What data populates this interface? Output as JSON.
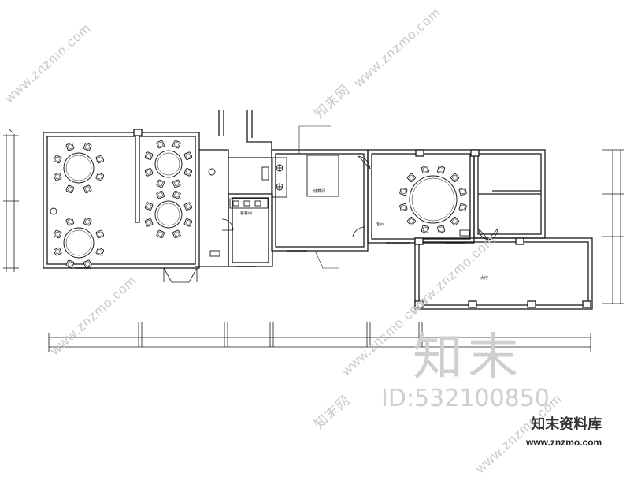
{
  "watermarks": {
    "diagonal": [
      "www.znzmo.com",
      "www.znzmo.com",
      "知末网",
      "www.znzmo.com",
      "www.znzmo.com",
      "www.znzmo.com",
      "www.znzmo.com",
      "知末网"
    ],
    "big": "知末",
    "id": "ID:532100850"
  },
  "brand": {
    "name": "知末资料库",
    "url": "www.znzmo.com"
  },
  "room_labels": {
    "kitchen_store": "储藏间",
    "banquet_room": "包间",
    "pantry": "备餐间",
    "lobby": "大厅"
  },
  "colors": {
    "line": "#1a1a1a",
    "watermark": "#c9c9c9"
  }
}
